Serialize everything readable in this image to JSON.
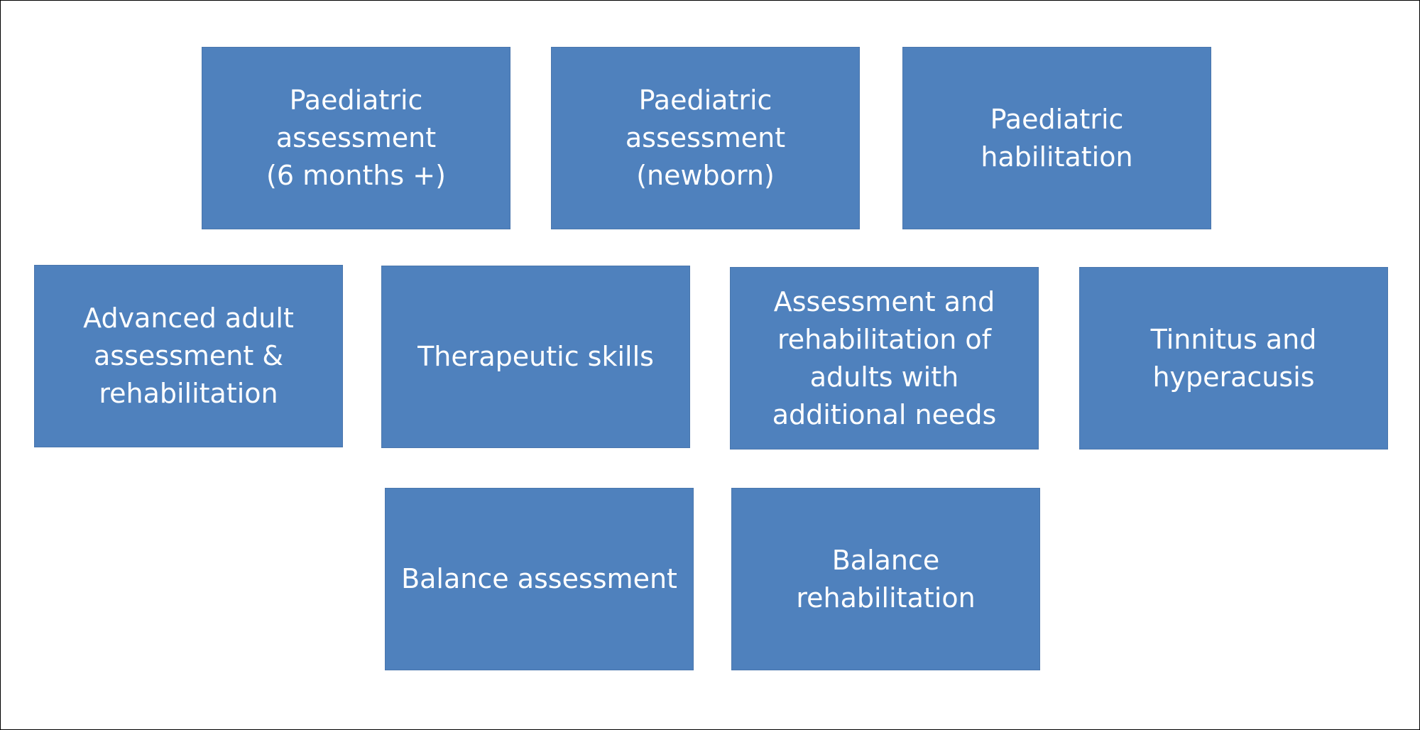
{
  "colors": {
    "box_fill": "#4f81bd",
    "box_text": "#ffffff",
    "border": "#000000",
    "background": "#ffffff"
  },
  "boxes": [
    {
      "label": "Paediatric\nassessment\n(6 months +)"
    },
    {
      "label": "Paediatric\nassessment\n(newborn)"
    },
    {
      "label": "Paediatric\nhabilitation"
    },
    {
      "label": "Advanced adult\nassessment &\nrehabilitation"
    },
    {
      "label": "Therapeutic skills"
    },
    {
      "label": "Assessment and\nrehabilitation of\nadults with\nadditional needs"
    },
    {
      "label": "Tinnitus and\nhyperacusis"
    },
    {
      "label": "Balance assessment"
    },
    {
      "label": "Balance\nrehabilitation"
    }
  ]
}
